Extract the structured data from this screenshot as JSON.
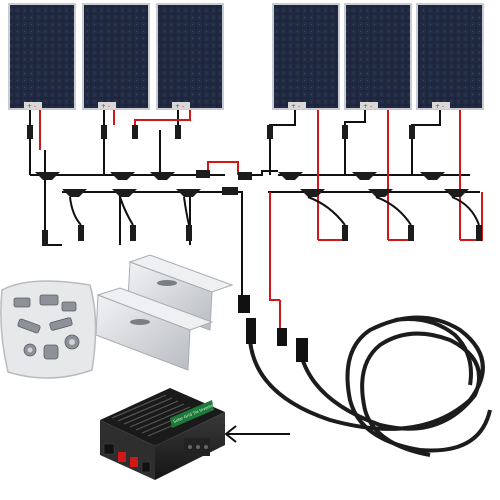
{
  "scene": {
    "panel_count": 6,
    "panel_groups": [
      "left-array",
      "right-array"
    ],
    "mc4_branch_connectors": 4,
    "colors": {
      "panel_cell": "#1a2236",
      "panel_frame": "#c9ccd2",
      "wire_negative": "#111111",
      "wire_positive": "#d01818",
      "cable": "#1c1c1c",
      "inverter_body": "#2a2a2a",
      "inverter_accent": "#1e7a3a",
      "bracket": "#d8dadd"
    },
    "icons": [
      "solar-panel",
      "mc4-connector",
      "extension-cable",
      "mounting-bracket",
      "hardware-bag",
      "inverter",
      "arrow-left"
    ]
  },
  "inverter": {
    "label": "Solar Grid Tie Inverter"
  }
}
